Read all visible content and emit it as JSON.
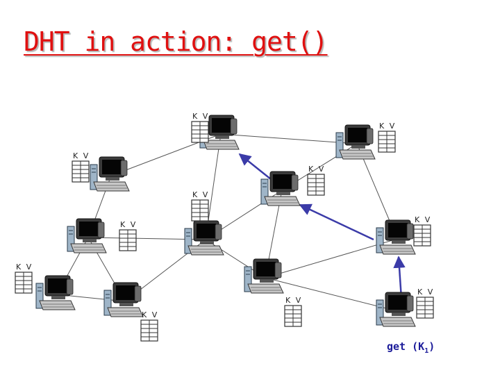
{
  "title": "DHT in action: get()",
  "table_label": "K V",
  "query": {
    "text": "get (K",
    "subscript": "1",
    "close": ")"
  },
  "colors": {
    "title": "#e01010",
    "query_path": "#3b3ba8",
    "links": "#555555"
  },
  "icons": {
    "peer": "computer-icon",
    "table": "key-value-table-icon"
  }
}
